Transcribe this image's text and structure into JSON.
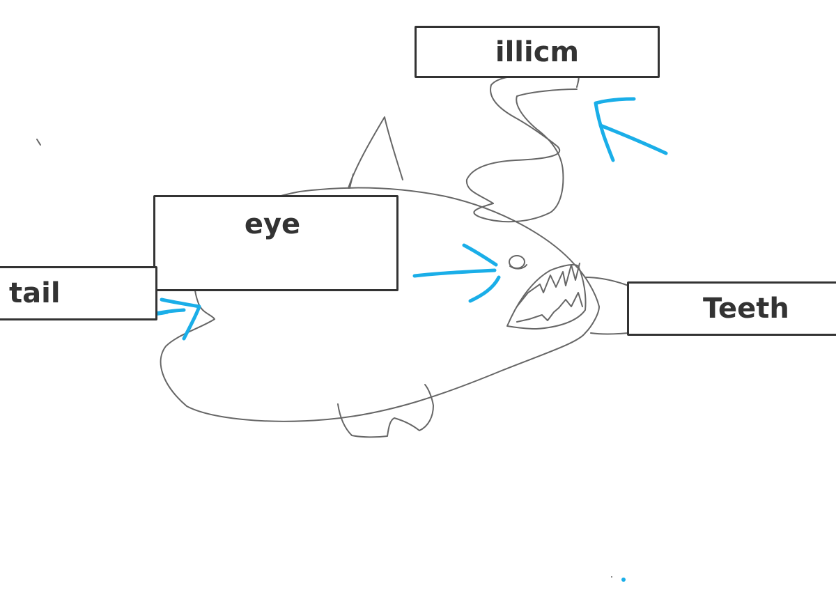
{
  "labels": {
    "illicm": "illicm",
    "eye": "eye",
    "tail": "tail",
    "teeth": "Teeth"
  },
  "colors": {
    "sketch": "#666666",
    "arrow": "#1aaee8",
    "box_border": "#333333",
    "text": "#333333"
  }
}
